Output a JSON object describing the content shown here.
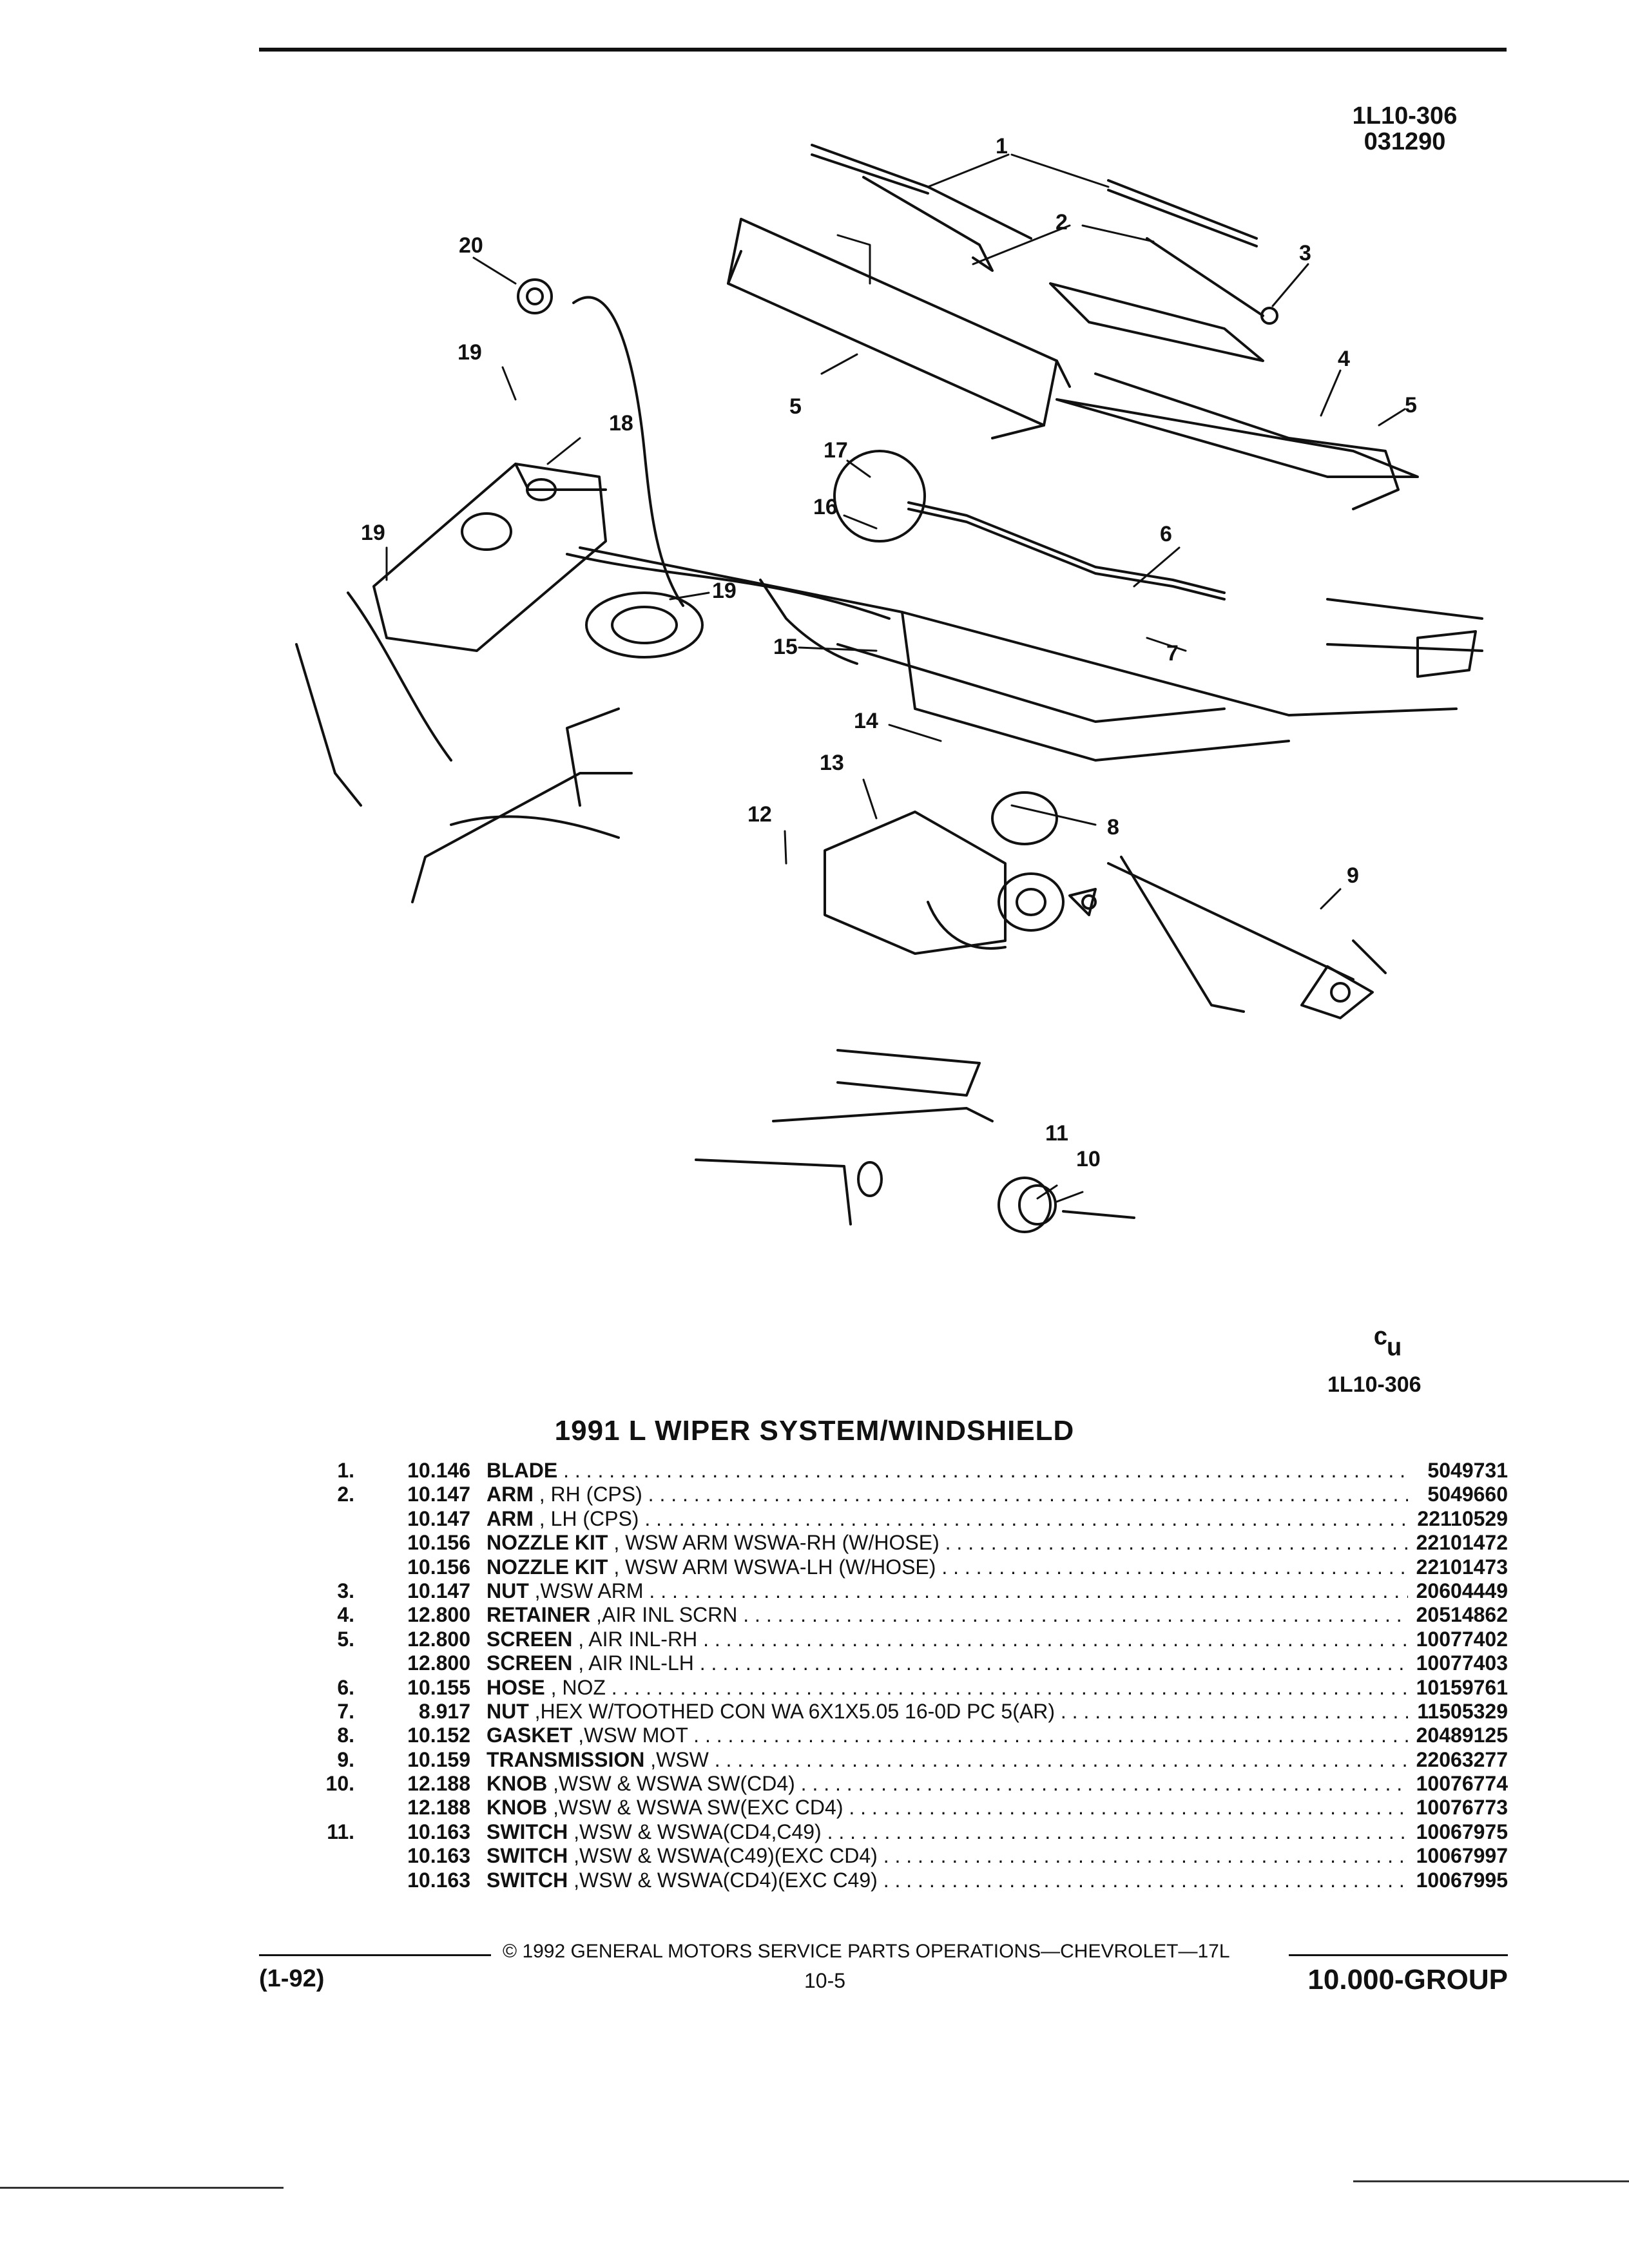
{
  "header": {
    "figure_code": "1L10-306",
    "date_code": "031290"
  },
  "diagram": {
    "callouts": [
      "1",
      "2",
      "3",
      "4",
      "5",
      "5",
      "6",
      "7",
      "8",
      "9",
      "10",
      "11",
      "12",
      "13",
      "14",
      "15",
      "16",
      "17",
      "18",
      "19",
      "19",
      "19",
      "20"
    ],
    "caption_code": "1L10-306"
  },
  "parts_list": {
    "title": "1991 L WIPER SYSTEM/WINDSHIELD",
    "rows": [
      {
        "index": "1.",
        "group": "10.146",
        "name": "BLADE",
        "qualifier": "",
        "part_number": "5049731"
      },
      {
        "index": "2.",
        "group": "10.147",
        "name": "ARM",
        "qualifier": ", RH (CPS)",
        "part_number": "5049660"
      },
      {
        "index": "",
        "group": "10.147",
        "name": "ARM",
        "qualifier": ", LH (CPS)",
        "part_number": "22110529"
      },
      {
        "index": "",
        "group": "10.156",
        "name": "NOZZLE KIT",
        "qualifier": ", WSW ARM WSWA-RH (W/HOSE)",
        "part_number": "22101472"
      },
      {
        "index": "",
        "group": "10.156",
        "name": "NOZZLE KIT",
        "qualifier": ", WSW ARM WSWA-LH (W/HOSE)",
        "part_number": "22101473"
      },
      {
        "index": "3.",
        "group": "10.147",
        "name": "NUT",
        "qualifier": ",WSW ARM",
        "part_number": "20604449"
      },
      {
        "index": "4.",
        "group": "12.800",
        "name": "RETAINER",
        "qualifier": ",AIR INL SCRN",
        "part_number": "20514862"
      },
      {
        "index": "5.",
        "group": "12.800",
        "name": "SCREEN",
        "qualifier": ", AIR INL-RH",
        "part_number": "10077402"
      },
      {
        "index": "",
        "group": "12.800",
        "name": "SCREEN",
        "qualifier": ", AIR INL-LH",
        "part_number": "10077403"
      },
      {
        "index": "6.",
        "group": "10.155",
        "name": "HOSE",
        "qualifier": ", NOZ",
        "part_number": "10159761"
      },
      {
        "index": "7.",
        "group": "8.917",
        "name": "NUT",
        "qualifier": ",HEX W/TOOTHED CON WA 6X1X5.05 16-0D PC 5(AR)",
        "part_number": "11505329"
      },
      {
        "index": "8.",
        "group": "10.152",
        "name": "GASKET",
        "qualifier": ",WSW MOT",
        "part_number": "20489125"
      },
      {
        "index": "9.",
        "group": "10.159",
        "name": "TRANSMISSION",
        "qualifier": ",WSW",
        "part_number": "22063277"
      },
      {
        "index": "10.",
        "group": "12.188",
        "name": "KNOB",
        "qualifier": ",WSW & WSWA SW(CD4)",
        "part_number": "10076774"
      },
      {
        "index": "",
        "group": "12.188",
        "name": "KNOB",
        "qualifier": ",WSW & WSWA SW(EXC CD4)",
        "part_number": "10076773"
      },
      {
        "index": "11.",
        "group": "10.163",
        "name": "SWITCH",
        "qualifier": ",WSW & WSWA(CD4,C49)",
        "part_number": "10067975"
      },
      {
        "index": "",
        "group": "10.163",
        "name": "SWITCH",
        "qualifier": ",WSW & WSWA(C49)(EXC CD4)",
        "part_number": "10067997"
      },
      {
        "index": "",
        "group": "10.163",
        "name": "SWITCH",
        "qualifier": ",WSW & WSWA(CD4)(EXC C49)",
        "part_number": "10067995"
      }
    ]
  },
  "footer": {
    "copyright": "© 1992 GENERAL MOTORS SERVICE PARTS OPERATIONS—CHEVROLET—17L",
    "revision": "(1-92)",
    "page": "10-5",
    "group": "10.000-GROUP"
  }
}
